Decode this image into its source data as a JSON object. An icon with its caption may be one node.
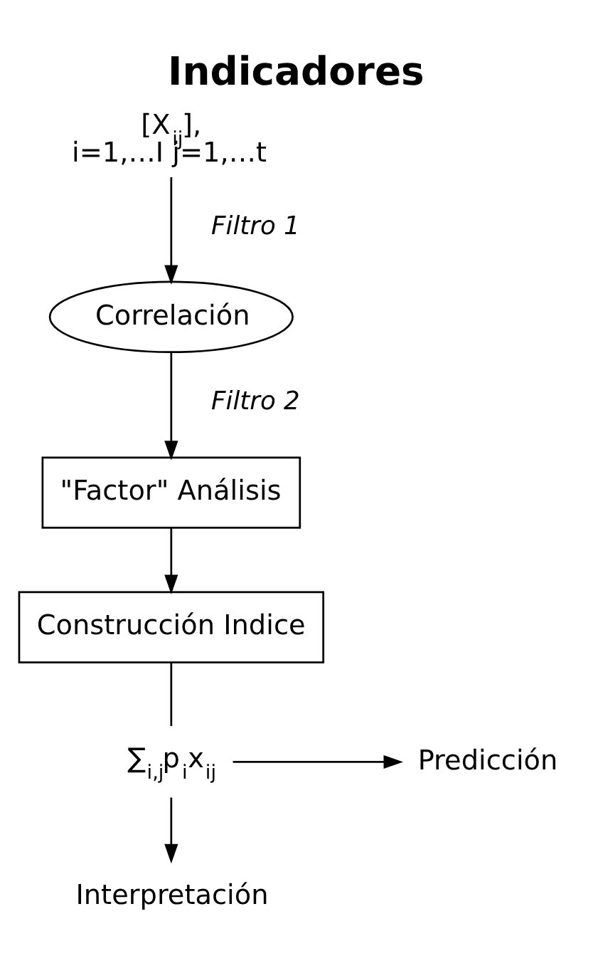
{
  "diagram": {
    "title": "Indicadores",
    "nodes": [
      {
        "text": [
          "[X$_{ij}$],",
          "i=1,…I j=1,…t"
        ]
      },
      {
        "text": [
          "Correlación"
        ]
      },
      {
        "text": [
          "\"Factor\" Análisis"
        ]
      },
      {
        "text": [
          "Construcción Indice"
        ]
      },
      {
        "text": [
          "∑$_{i,j}$p$_{i}$x$_{ij}$"
        ]
      },
      {
        "text": [
          "Predicción"
        ]
      },
      {
        "text": [
          "Interpretación"
        ]
      }
    ],
    "edges": [
      {
        "from": 0,
        "to": 1,
        "arrow": "to",
        "label": "Filtro 1"
      },
      {
        "from": 1,
        "to": 2,
        "arrow": "to",
        "label": "Filtro 2"
      },
      {
        "from": 2,
        "to": 3,
        "arrow": "to"
      },
      {
        "from": 3,
        "to": 4,
        "arrow": "none"
      },
      {
        "from": 4,
        "to": 5,
        "arrow": "to"
      },
      {
        "from": 4,
        "to": 6,
        "arrow": "to"
      }
    ]
  }
}
